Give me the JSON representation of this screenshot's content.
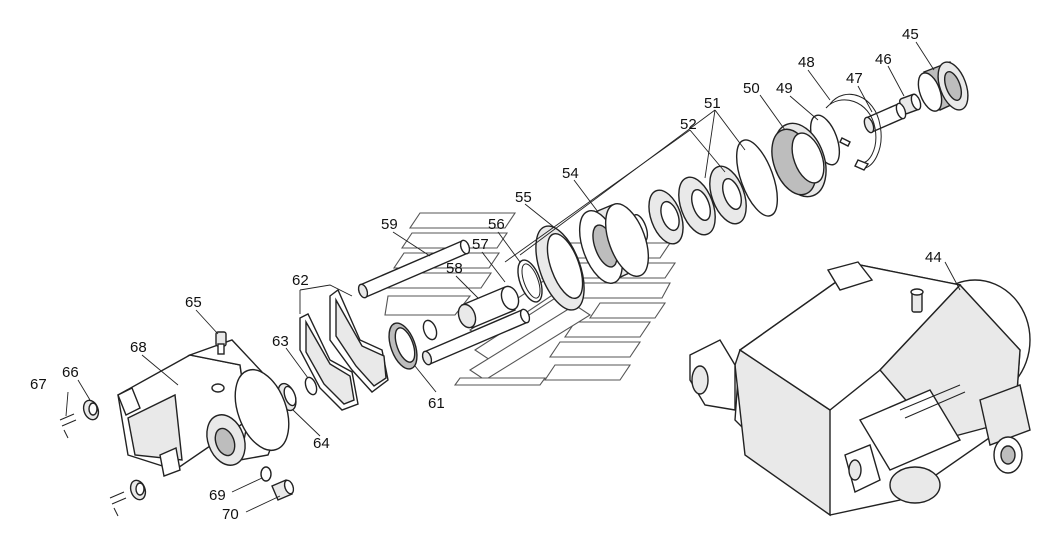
{
  "labels": [
    {
      "id": "44",
      "text": "44"
    },
    {
      "id": "45",
      "text": "45"
    },
    {
      "id": "46",
      "text": "46"
    },
    {
      "id": "47",
      "text": "47"
    },
    {
      "id": "48",
      "text": "48"
    },
    {
      "id": "49",
      "text": "49"
    },
    {
      "id": "50",
      "text": "50"
    },
    {
      "id": "51",
      "text": "51"
    },
    {
      "id": "52",
      "text": "52"
    },
    {
      "id": "54",
      "text": "54"
    },
    {
      "id": "55",
      "text": "55"
    },
    {
      "id": "56",
      "text": "56"
    },
    {
      "id": "57",
      "text": "57"
    },
    {
      "id": "58",
      "text": "58"
    },
    {
      "id": "59",
      "text": "59"
    },
    {
      "id": "61",
      "text": "61"
    },
    {
      "id": "62",
      "text": "62"
    },
    {
      "id": "63",
      "text": "63"
    },
    {
      "id": "64",
      "text": "64"
    },
    {
      "id": "65",
      "text": "65"
    },
    {
      "id": "66",
      "text": "66"
    },
    {
      "id": "67",
      "text": "67"
    },
    {
      "id": "68",
      "text": "68"
    },
    {
      "id": "69",
      "text": "69"
    },
    {
      "id": "70",
      "text": "70"
    }
  ]
}
